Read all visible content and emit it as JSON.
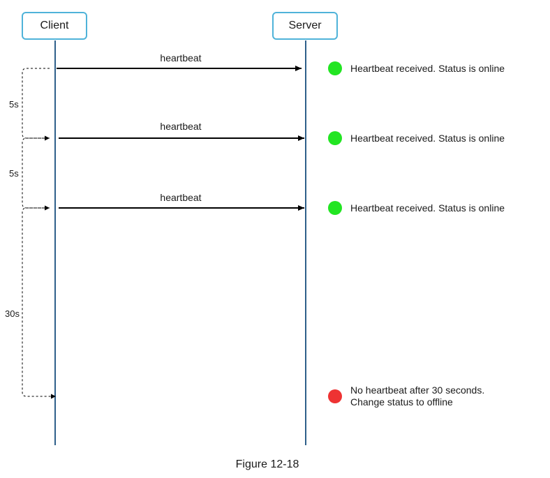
{
  "actors": {
    "client": "Client",
    "server": "Server"
  },
  "messages": [
    {
      "label": "heartbeat"
    },
    {
      "label": "heartbeat"
    },
    {
      "label": "heartbeat"
    }
  ],
  "statuses": [
    {
      "lines": [
        "Heartbeat received. Status is online"
      ],
      "color": "#22e522"
    },
    {
      "lines": [
        "Heartbeat received. Status is online"
      ],
      "color": "#22e522"
    },
    {
      "lines": [
        "Heartbeat received. Status is online"
      ],
      "color": "#22e522"
    },
    {
      "lines": [
        "No heartbeat after 30 seconds.",
        "Change status to offline"
      ],
      "color": "#ee3333"
    }
  ],
  "intervals": [
    "5s",
    "5s",
    "30s"
  ],
  "caption": "Figure 12-18"
}
